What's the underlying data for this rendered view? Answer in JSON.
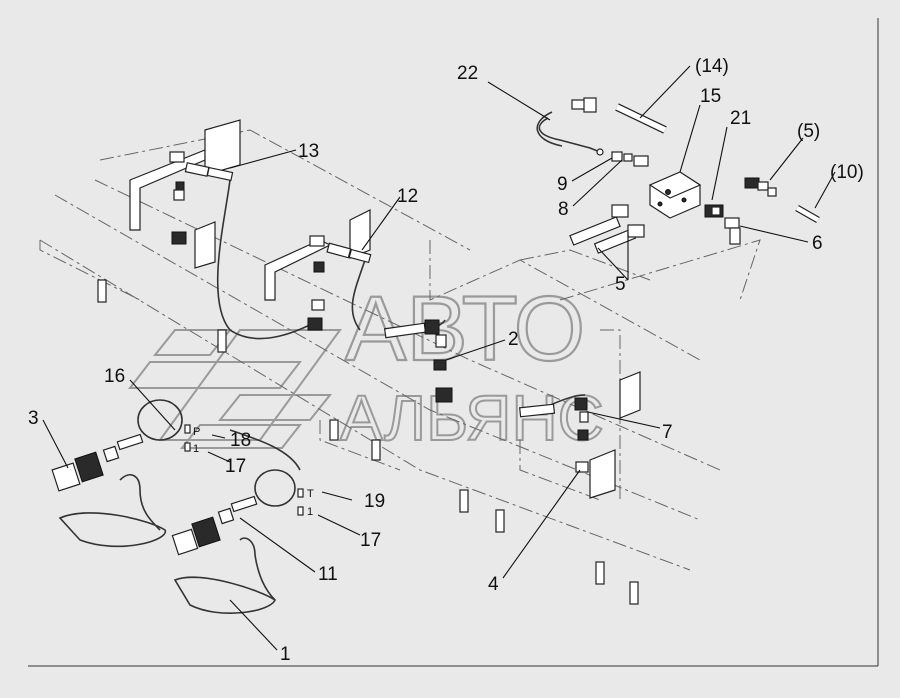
{
  "callouts": {
    "c1": "1",
    "c2": "2",
    "c3": "3",
    "c4": "4",
    "c5": "5",
    "c5p": "(5)",
    "c6": "6",
    "c7": "7",
    "c8": "8",
    "c9": "9",
    "c10p": "(10)",
    "c11": "11",
    "c12": "12",
    "c13": "13",
    "c14p": "(14)",
    "c15": "15",
    "c16": "16",
    "c17a": "17",
    "c17b": "17",
    "c18": "18",
    "c19": "19",
    "c21": "21",
    "c22": "22"
  },
  "tags": {
    "p": "P",
    "t": "T",
    "one_a": "1",
    "one_b": "1"
  },
  "watermark": {
    "line1": "АВТО",
    "line2": "АЛЬЯНС"
  },
  "colors": {
    "background": "#e9e9e9",
    "ink": "#111111",
    "watermark": "#9a9a9a"
  }
}
